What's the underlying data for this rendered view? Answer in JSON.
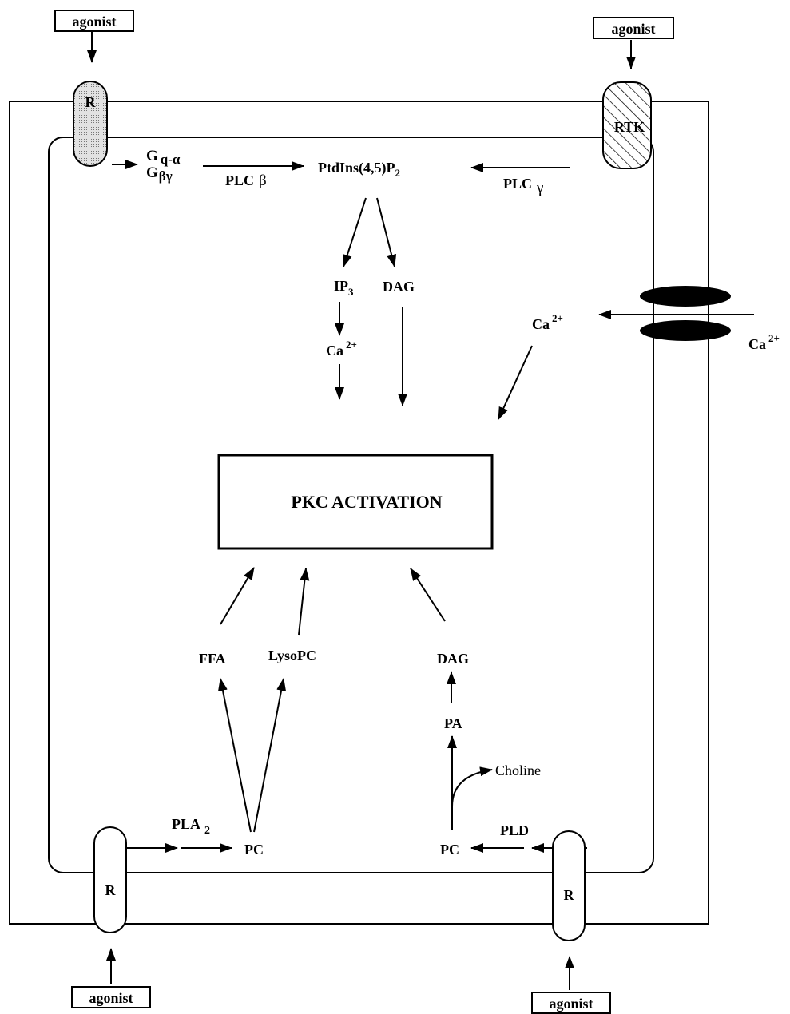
{
  "agonist_label": "agonist",
  "receptor_label": "R",
  "rtk_label": "RTK",
  "g_protein": {
    "g1": "G",
    "q_alpha": "q-α",
    "g2": "G",
    "beta_gamma": "βγ"
  },
  "plc_beta": {
    "text": "PLC",
    "greek": "β"
  },
  "plc_gamma": {
    "text": "PLC",
    "greek": "γ"
  },
  "pip2": {
    "text": "PtdIns(4,5)P",
    "sub": "2"
  },
  "ip3": {
    "text": "IP",
    "sub": "3"
  },
  "dag_top": "DAG",
  "ca": {
    "text": "Ca",
    "sup": "2+"
  },
  "pkc_activation": "PKC ACTIVATION",
  "ffa": "FFA",
  "lysopc": "LysoPC",
  "dag_bottom": "DAG",
  "pa": "PA",
  "choline": "Choline",
  "pla2": {
    "text": "PLA",
    "sub": "2"
  },
  "pc": "PC",
  "pld": "PLD",
  "colors": {
    "ink": "#000000",
    "receptor_fill": "#d9d9d9",
    "channel_fill": "#000000"
  }
}
